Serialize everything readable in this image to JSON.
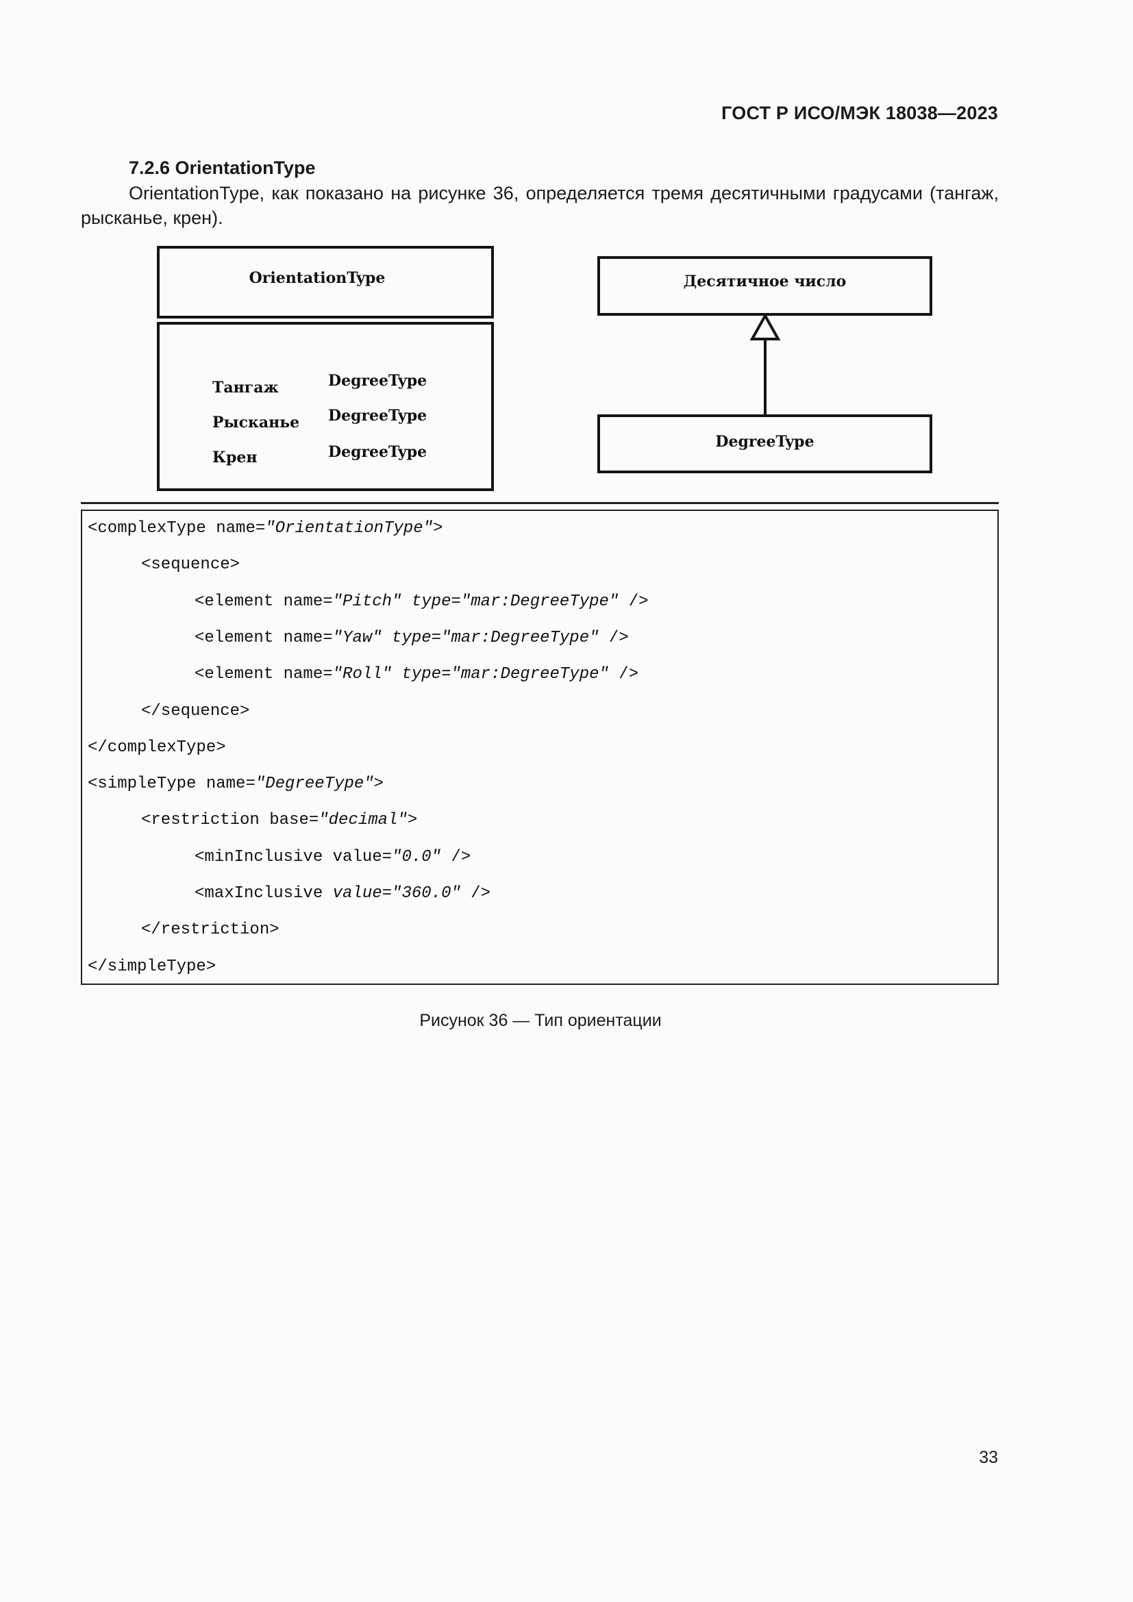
{
  "header": {
    "standard": "ГОСТ Р ИСО/МЭК 18038—2023"
  },
  "section": {
    "title": "7.2.6 OrientationType",
    "paragraph": "OrientationType, как показано на рисунке 36, определяется тремя десятичными градусами (тангаж, рысканье, крен)."
  },
  "diagram": {
    "class_name": "OrientationType",
    "attributes": [
      {
        "name": "Тангаж",
        "type": "DegreeType"
      },
      {
        "name": "Рысканье",
        "type": "DegreeType"
      },
      {
        "name": "Крен",
        "type": "DegreeType"
      }
    ],
    "parent_class": "Десятичное число",
    "child_class": "DegreeType"
  },
  "code": {
    "lines": [
      {
        "indent": 0,
        "parts": [
          {
            "t": "<complexType name="
          },
          {
            "t": "\"OrientationType\"",
            "i": true
          },
          {
            "t": ">"
          }
        ]
      },
      {
        "indent": 1,
        "parts": [
          {
            "t": "<sequence>"
          }
        ]
      },
      {
        "indent": 2,
        "parts": [
          {
            "t": "<element name="
          },
          {
            "t": "\"Pitch\" type=\"mar:DegreeType\"",
            "i": true
          },
          {
            "t": " />"
          }
        ]
      },
      {
        "indent": 2,
        "parts": [
          {
            "t": "<element name="
          },
          {
            "t": "\"Yaw\" type=\"mar:DegreeType\"",
            "i": true
          },
          {
            "t": " />"
          }
        ]
      },
      {
        "indent": 2,
        "parts": [
          {
            "t": "<element name="
          },
          {
            "t": "\"Roll\" type=\"mar:DegreeType\"",
            "i": true
          },
          {
            "t": " />"
          }
        ]
      },
      {
        "indent": 1,
        "parts": [
          {
            "t": "</sequence>"
          }
        ]
      },
      {
        "indent": 0,
        "parts": [
          {
            "t": "</complexType>"
          }
        ]
      },
      {
        "indent": 0,
        "parts": [
          {
            "t": "<simpleType name="
          },
          {
            "t": "\"DegreeType\"",
            "i": true
          },
          {
            "t": ">"
          }
        ]
      },
      {
        "indent": 1,
        "parts": [
          {
            "t": "<restriction base="
          },
          {
            "t": "\"decimal\"",
            "i": true
          },
          {
            "t": ">"
          }
        ]
      },
      {
        "indent": 2,
        "parts": [
          {
            "t": "<minInclusive value="
          },
          {
            "t": "\"0.0\"",
            "i": true
          },
          {
            "t": " />"
          }
        ]
      },
      {
        "indent": 2,
        "parts": [
          {
            "t": "<maxInclusive "
          },
          {
            "t": "value=\"360.0\"",
            "i": true
          },
          {
            "t": " />"
          }
        ]
      },
      {
        "indent": 1,
        "parts": [
          {
            "t": "</restriction>"
          }
        ]
      },
      {
        "indent": 0,
        "parts": [
          {
            "t": "</simpleType>"
          }
        ]
      }
    ]
  },
  "caption": "Рисунок 36 — Тип ориентации",
  "page_number": "33"
}
